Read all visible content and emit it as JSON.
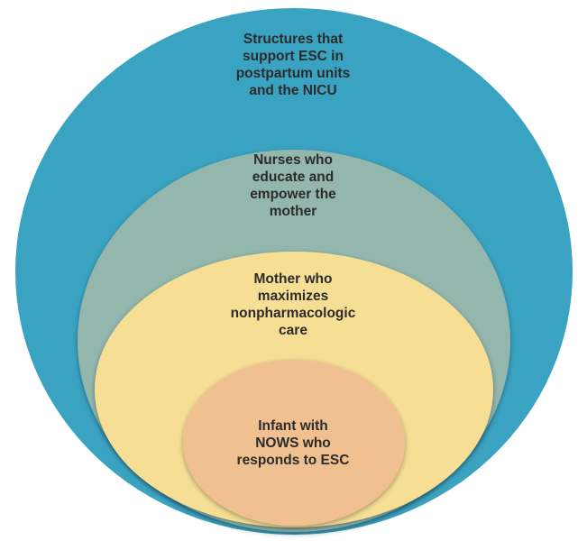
{
  "diagram": {
    "rings": [
      {
        "label": "Structures that\nsupport ESC in\npostpartum units\nand the NICU",
        "color": "#3aa3c2"
      },
      {
        "label": "Nurses who\neducate and\nempower the\nmother",
        "color": "#93b6ad"
      },
      {
        "label": "Mother who\nmaximizes\nnonpharmacologic\ncare",
        "color": "#f6df95"
      },
      {
        "label": "Infant with\nNOWS who\nresponds to ESC",
        "color": "#f0c090"
      }
    ]
  }
}
